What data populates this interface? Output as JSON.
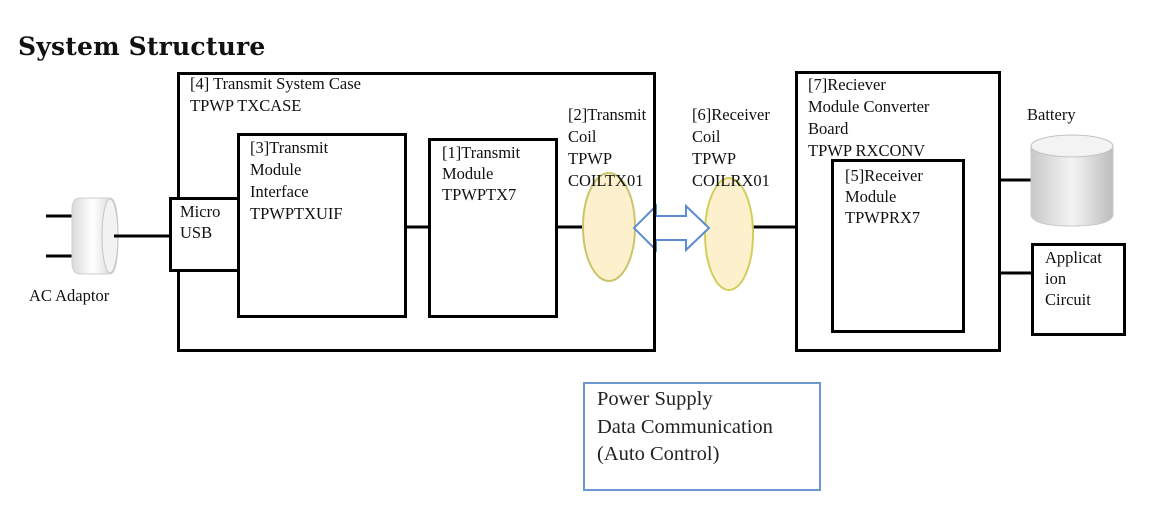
{
  "title": "System Structure",
  "ac_adaptor": {
    "label": "AC Adaptor",
    "icon": "power-plug-icon"
  },
  "micro_usb": {
    "line1": "Micro",
    "line2": "USB"
  },
  "tx_case": {
    "line1": "[4] Transmit System Case",
    "line2": "TPWP TXCASE"
  },
  "tx_interface": {
    "lines": [
      "[3]Transmit",
      "Module",
      "Interface",
      "TPWPTXUIF"
    ]
  },
  "tx_module": {
    "lines": [
      "[1]Transmit",
      "Module",
      "TPWPTX7"
    ]
  },
  "tx_coil": {
    "lines": [
      "[2]Transmit",
      "Coil",
      "TPWP",
      "COILTX01"
    ],
    "fill": "#fdf0cc",
    "stroke": "#c9c56a"
  },
  "rx_coil": {
    "lines": [
      "[6]Receiver",
      "Coil",
      "TPWP",
      "COILRX01"
    ],
    "fill": "#fdf0cc",
    "stroke": "#cfcf5c"
  },
  "link_arrow": {
    "icon": "double-arrow-icon",
    "stroke": "#5b8bd0"
  },
  "rx_board": {
    "lines": [
      "[7]Reciever",
      "Module Converter",
      "Board",
      "TPWP RXCONV"
    ]
  },
  "rx_module": {
    "lines": [
      "[5]Receiver",
      "Module",
      "TPWPRX7"
    ]
  },
  "battery": {
    "label": "Battery",
    "icon": "battery-cylinder-icon"
  },
  "app_circuit": {
    "lines": [
      "Applicat",
      "ion",
      "Circuit"
    ]
  },
  "legend": {
    "lines": [
      "Power Supply",
      "Data Communication",
      "(Auto Control)"
    ],
    "border": "#6d97cf"
  }
}
